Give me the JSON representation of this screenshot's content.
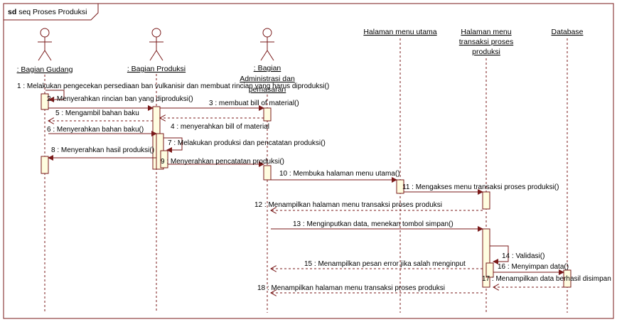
{
  "frame": {
    "keyword": "sd",
    "title": "seq Proses Produksi"
  },
  "lifelines": [
    {
      "id": "gudang",
      "type": "actor",
      "label_lines": [
        ": Bagian Gudang"
      ]
    },
    {
      "id": "produksi",
      "type": "actor",
      "label_lines": [
        ": Bagian Produksi"
      ]
    },
    {
      "id": "admin",
      "type": "actor",
      "label_lines": [
        ": Bagian",
        "Administrasi dan",
        "pemasaran"
      ]
    },
    {
      "id": "menu_utama",
      "type": "boundary",
      "label_lines": [
        "Halaman menu utama"
      ]
    },
    {
      "id": "menu_transaksi",
      "type": "boundary",
      "label_lines": [
        "Halaman menu",
        "transaksi proses",
        "produksi"
      ]
    },
    {
      "id": "database",
      "type": "boundary",
      "label_lines": [
        "Database"
      ]
    }
  ],
  "messages": [
    {
      "label": "1 : Melakukan pengecekan persediaan ban vulkanisir dan membuat rincian yang harus diproduksi()",
      "kind": "self"
    },
    {
      "label": "2 : Menyerahkan rincian ban yang diproduksi()",
      "kind": "call"
    },
    {
      "label": "3 : membuat bill of material()",
      "kind": "call"
    },
    {
      "label": "4 : menyerahkan bill of material",
      "kind": "return"
    },
    {
      "label": "5 : Mengambil bahan baku",
      "kind": "return"
    },
    {
      "label": "6 : Menyerahkan bahan baku()",
      "kind": "call"
    },
    {
      "label": "7 : Melakukan produksi dan pencatatan produksi()",
      "kind": "self"
    },
    {
      "label": "8 : Menyerahkan hasil produksi()",
      "kind": "call"
    },
    {
      "label": "9 : Menyerahkan pencatatan produksi()",
      "kind": "call"
    },
    {
      "label": "10 : Membuka halaman menu utama()",
      "kind": "call"
    },
    {
      "label": "11 : Mengakses menu transaksi proses produksi()",
      "kind": "call"
    },
    {
      "label": "12 : Menampilkan halaman menu transaksi proses produksi",
      "kind": "return"
    },
    {
      "label": "13 : Menginputkan data, menekan tombol simpan()",
      "kind": "call"
    },
    {
      "label": "14 : Validasi()",
      "kind": "self"
    },
    {
      "label": "15 : Menampilkan pesan error jika salah menginput",
      "kind": "return"
    },
    {
      "label": "16 : Menyimpan data()",
      "kind": "call"
    },
    {
      "label": "17 : Menampilkan data berhasil disimpan",
      "kind": "return"
    },
    {
      "label": "18 : Menampilkan halaman menu transaksi proses produksi",
      "kind": "return"
    }
  ],
  "colors": {
    "frame_border": "#7a1a1a",
    "line": "#7a1a1a",
    "return_line": "#7a1a1a",
    "activation_fill": "#fffde0",
    "text": "#000000"
  }
}
